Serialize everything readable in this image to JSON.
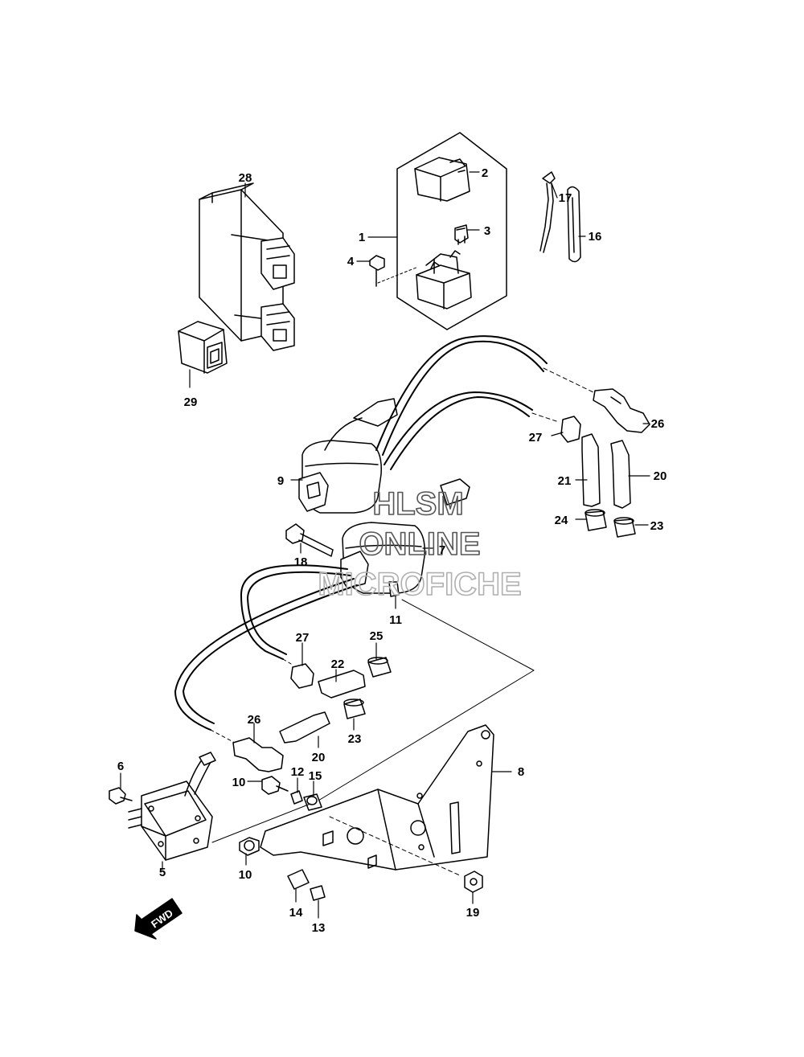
{
  "labels": {
    "p1": "1",
    "p2": "2",
    "p3": "3",
    "p4": "4",
    "p5": "5",
    "p6": "6",
    "p7": "7",
    "p8": "8",
    "p9": "9",
    "p10a": "10",
    "p10b": "10",
    "p11": "11",
    "p12": "12",
    "p13": "13",
    "p14": "14",
    "p15": "15",
    "p16": "16",
    "p17": "17",
    "p18": "18",
    "p19": "19",
    "p20a": "20",
    "p20b": "20",
    "p21": "21",
    "p22": "22",
    "p23a": "23",
    "p23b": "23",
    "p24": "24",
    "p25": "25",
    "p26a": "26",
    "p26b": "26",
    "p27a": "27",
    "p27b": "27",
    "p28": "28",
    "p29": "29"
  },
  "watermark": {
    "line1": "HLSM",
    "line2": "ONLINE",
    "line3": "MICROFICHE"
  },
  "fwd_label": "FWD"
}
